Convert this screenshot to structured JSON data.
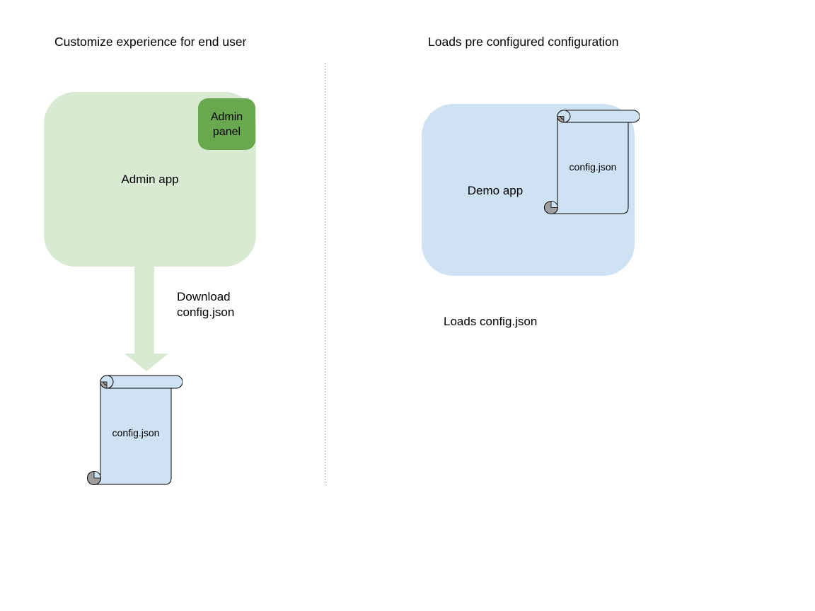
{
  "left_panel": {
    "title": "Customize experience for end user",
    "admin_app_label": "Admin app",
    "admin_panel_label": "Admin panel",
    "arrow_caption_line1": "Download",
    "arrow_caption_line2": "config.json",
    "config_file_label": "config.json"
  },
  "right_panel": {
    "title": "Loads pre configured configuration",
    "demo_app_label": "Demo app",
    "config_file_label": "config.json",
    "caption": "Loads config.json"
  },
  "colors": {
    "admin_app_fill": "#d9ead3",
    "admin_panel_fill": "#6aa84f",
    "demo_app_fill": "#cfe2f3",
    "scroll_paper_fill": "#cfe2f3",
    "scroll_curl_fill": "#9e9e9e",
    "arrow_fill": "#d9ead3",
    "divider_color": "#999999",
    "text_color": "#000000",
    "background": "#ffffff"
  }
}
